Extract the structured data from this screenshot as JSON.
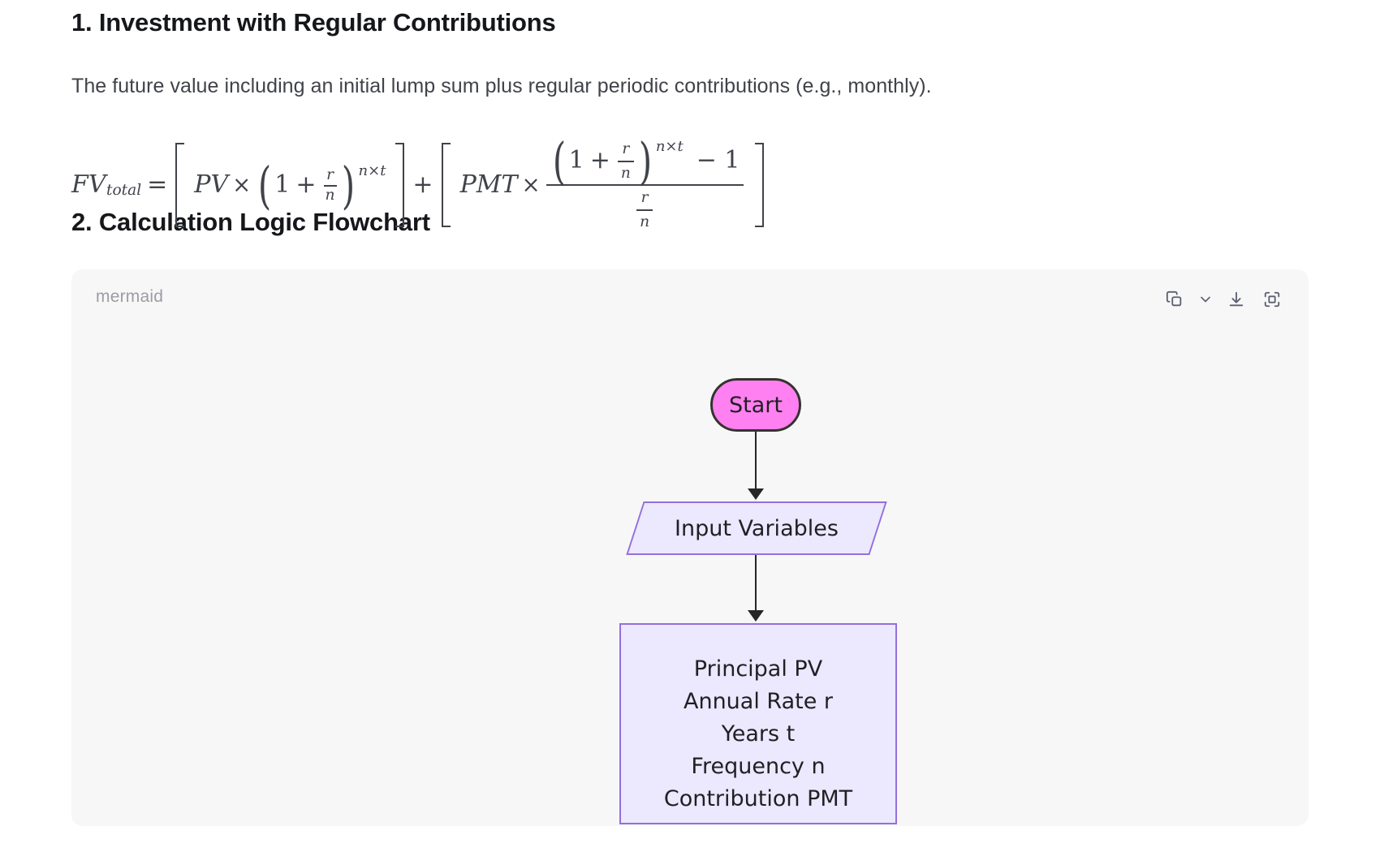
{
  "sections": {
    "one": {
      "heading": "1. Investment with Regular Contributions",
      "paragraph": "The future value including an initial lump sum plus regular periodic contributions (e.g., monthly)."
    },
    "two": {
      "heading": "2. Calculation Logic Flowchart"
    }
  },
  "formula": {
    "lhs": "FV",
    "lhs_sub": "total",
    "equals": "=",
    "term1_factor": "PV",
    "times": "×",
    "one": "1",
    "plus": "+",
    "rate_num": "r",
    "rate_den": "n",
    "exponent_n": "n",
    "exponent_times": "×",
    "exponent_t": "t",
    "outer_plus": "+",
    "term2_factor": "PMT",
    "minus_one": "− 1"
  },
  "panel": {
    "language": "mermaid",
    "tools": [
      {
        "name": "copy-icon",
        "label": "Copy"
      },
      {
        "name": "chevron-down-icon",
        "label": "More"
      },
      {
        "name": "download-icon",
        "label": "Download"
      },
      {
        "name": "expand-icon",
        "label": "Fullscreen"
      }
    ]
  },
  "flowchart": {
    "nodes": [
      {
        "id": "start",
        "label": "Start",
        "shape": "stadium",
        "fill": "#ff80f0",
        "stroke": "#33332e"
      },
      {
        "id": "input",
        "label": "Input Variables",
        "shape": "parallelogram",
        "fill": "#ece8fd",
        "stroke": "#9370db"
      },
      {
        "id": "vars",
        "shape": "rect",
        "fill": "#ece8fd",
        "stroke": "#9370db",
        "lines": [
          "Principal PV",
          "Annual Rate r",
          "Years t",
          "Frequency n",
          "Contribution PMT"
        ]
      }
    ],
    "edges": [
      {
        "from": "start",
        "to": "input"
      },
      {
        "from": "input",
        "to": "vars"
      }
    ]
  }
}
